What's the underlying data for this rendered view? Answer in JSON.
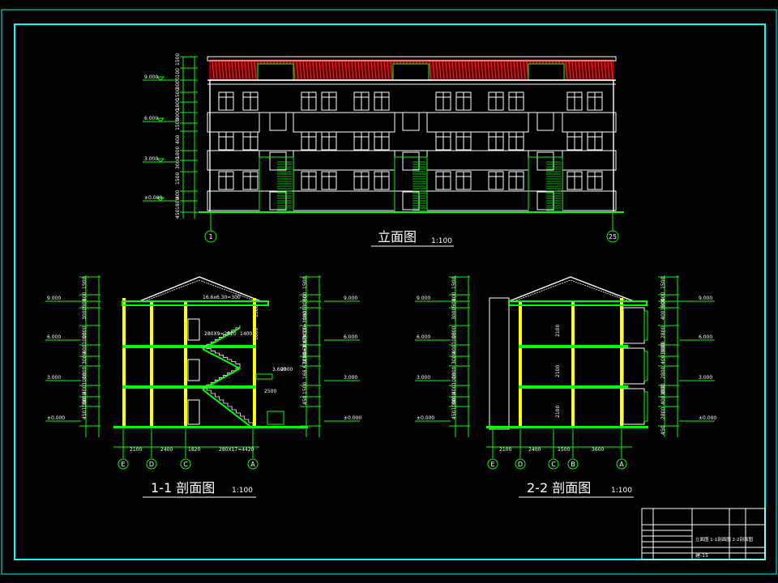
{
  "elevation": {
    "title": "立面图",
    "scale": "1:100",
    "levels": [
      "9.000",
      "6.000",
      "3.000",
      "±0.000"
    ],
    "dims": [
      "1500",
      "100",
      "3000",
      "1500",
      "1800",
      "3000",
      "1500",
      "400",
      "1800",
      "3000",
      "1500",
      "400",
      "1800",
      "450"
    ],
    "axes": [
      "1",
      "25"
    ]
  },
  "section11": {
    "title": "1-1 剖面图",
    "scale": "1:100",
    "levels_left": [
      "9.000",
      "6.000",
      "3.000",
      "±0.000"
    ],
    "levels_right": [
      "9.000",
      "6.000",
      "3.000",
      "±0.000"
    ],
    "dims_left": [
      "1500",
      "400",
      "500",
      "3000",
      "1500",
      "4001000",
      "3000",
      "1800",
      "4001000",
      "3000",
      "4501000"
    ],
    "dims_right": [
      "1500",
      "500",
      "3000",
      "1800",
      "3000",
      "168.67X18=3000",
      "3000",
      "168.67X18=3000",
      "1500",
      "450"
    ],
    "bottom_dims": [
      "2100",
      "2400",
      "1820",
      "280X17=4420"
    ],
    "annot": [
      "16.6x6.30=300",
      "280X9=2520",
      "1400",
      "3.600",
      "2500",
      "2000",
      "1000",
      "1500"
    ],
    "axes": [
      "E",
      "D",
      "C",
      "A"
    ]
  },
  "section22": {
    "title": "2-2 剖面图",
    "scale": "1:100",
    "levels_left": [
      "9.000",
      "6.000",
      "3.000",
      "±0.000"
    ],
    "levels_right": [
      "9.000",
      "6.000",
      "3.000",
      "±0.000"
    ],
    "dims_left": [
      "1500",
      "400",
      "500",
      "3000",
      "1500",
      "4001000",
      "3000",
      "1800",
      "4001000",
      "3000",
      "4501000"
    ],
    "dims_right": [
      "1500",
      "400",
      "500",
      "4001000",
      "2800",
      "3000",
      "4001000",
      "2800",
      "400",
      "4001000",
      "2800",
      "450"
    ],
    "inner_dims": [
      "2100",
      "2100",
      "2100"
    ],
    "bottom_dims": [
      "2100",
      "2400",
      "1500",
      "3600"
    ],
    "axes": [
      "E",
      "D",
      "C",
      "B",
      "A"
    ]
  },
  "title_block": {
    "drawing_name": "立面图 1-1剖面图 2-2剖面图",
    "sheet_no": "建-15"
  },
  "colors": {
    "frame": "#00ffff",
    "line": "#00ff00",
    "wall": "#ffff00",
    "roof_tile": "#ff0000",
    "text": "#ffffff"
  }
}
